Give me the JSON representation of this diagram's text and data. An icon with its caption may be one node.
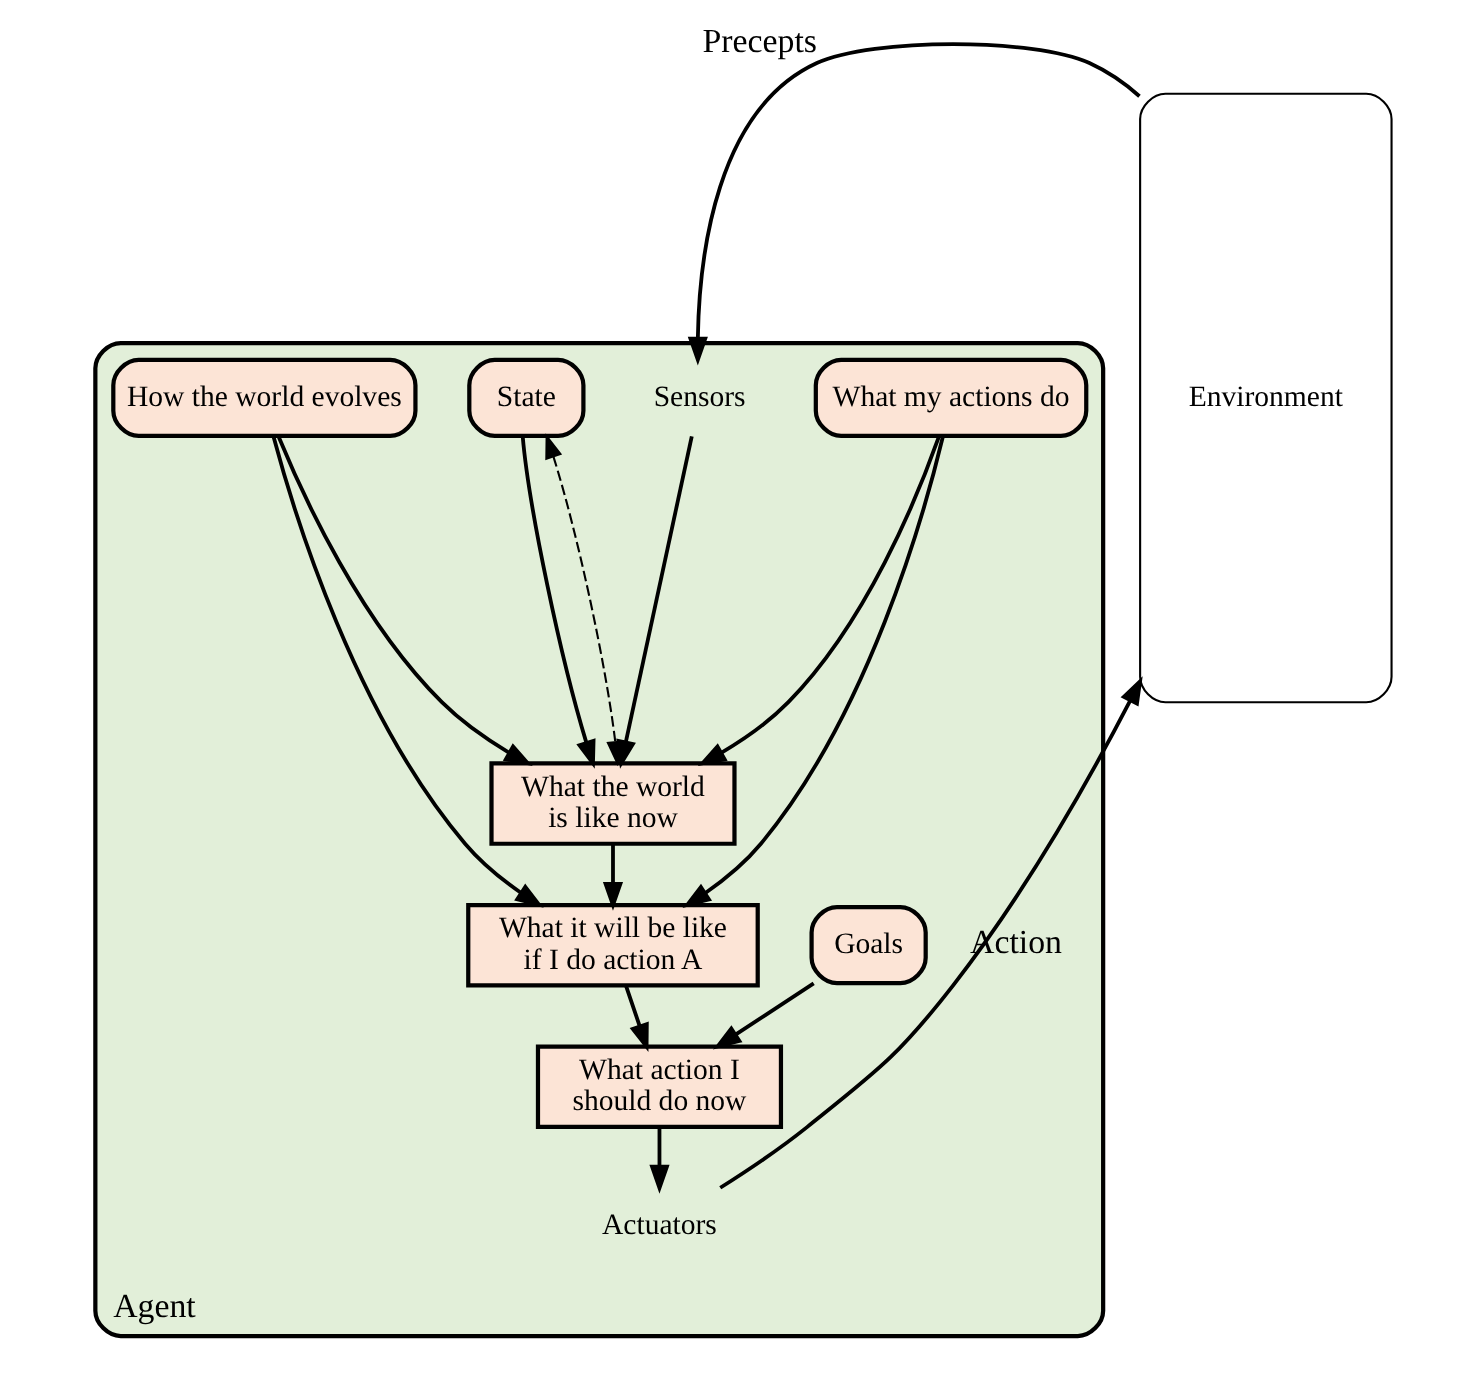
{
  "diagram": {
    "nodes": [
      {
        "text": [
          "Agent"
        ]
      },
      {
        "text": [
          "Sensors"
        ],
        "in": 0
      },
      {
        "text": [
          "State"
        ],
        "in": 0
      },
      {
        "text": [
          "How the world evolves"
        ],
        "in": 0
      },
      {
        "text": [
          "What my actions do"
        ],
        "in": 0
      },
      {
        "text": [
          "What the world is like now"
        ],
        "in": 0
      },
      {
        "text": [
          "What it will be like if I do action A"
        ],
        "in": 0
      },
      {
        "text": [
          "Goals"
        ],
        "in": 0
      },
      {
        "text": [
          "What action I should do now"
        ],
        "in": 0
      },
      {
        "text": [
          "Actuators"
        ],
        "in": 0
      },
      {
        "text": [
          "Environment"
        ]
      }
    ],
    "edges": [
      {
        "from": 10,
        "to": 1,
        "arrow": "to",
        "label": "Precepts"
      },
      {
        "from": 1,
        "to": 5,
        "arrow": "to"
      },
      {
        "from": 2,
        "to": 5,
        "arrow": "to"
      },
      {
        "from": 3,
        "to": 5,
        "arrow": "to"
      },
      {
        "from": 4,
        "to": 5,
        "arrow": "to"
      },
      {
        "from": 3,
        "to": 6,
        "arrow": "to"
      },
      {
        "from": 4,
        "to": 6,
        "arrow": "to"
      },
      {
        "from": 5,
        "to": 6,
        "arrow": "to"
      },
      {
        "from": 6,
        "to": 8,
        "arrow": "to"
      },
      {
        "from": 7,
        "to": 8,
        "arrow": "to"
      },
      {
        "from": 8,
        "to": 9,
        "arrow": "to"
      },
      {
        "from": 9,
        "to": 10,
        "arrow": "to",
        "label": "Action"
      },
      {
        "from": 5,
        "to": 2,
        "arrow": "both",
        "style": "dashed"
      }
    ]
  }
}
